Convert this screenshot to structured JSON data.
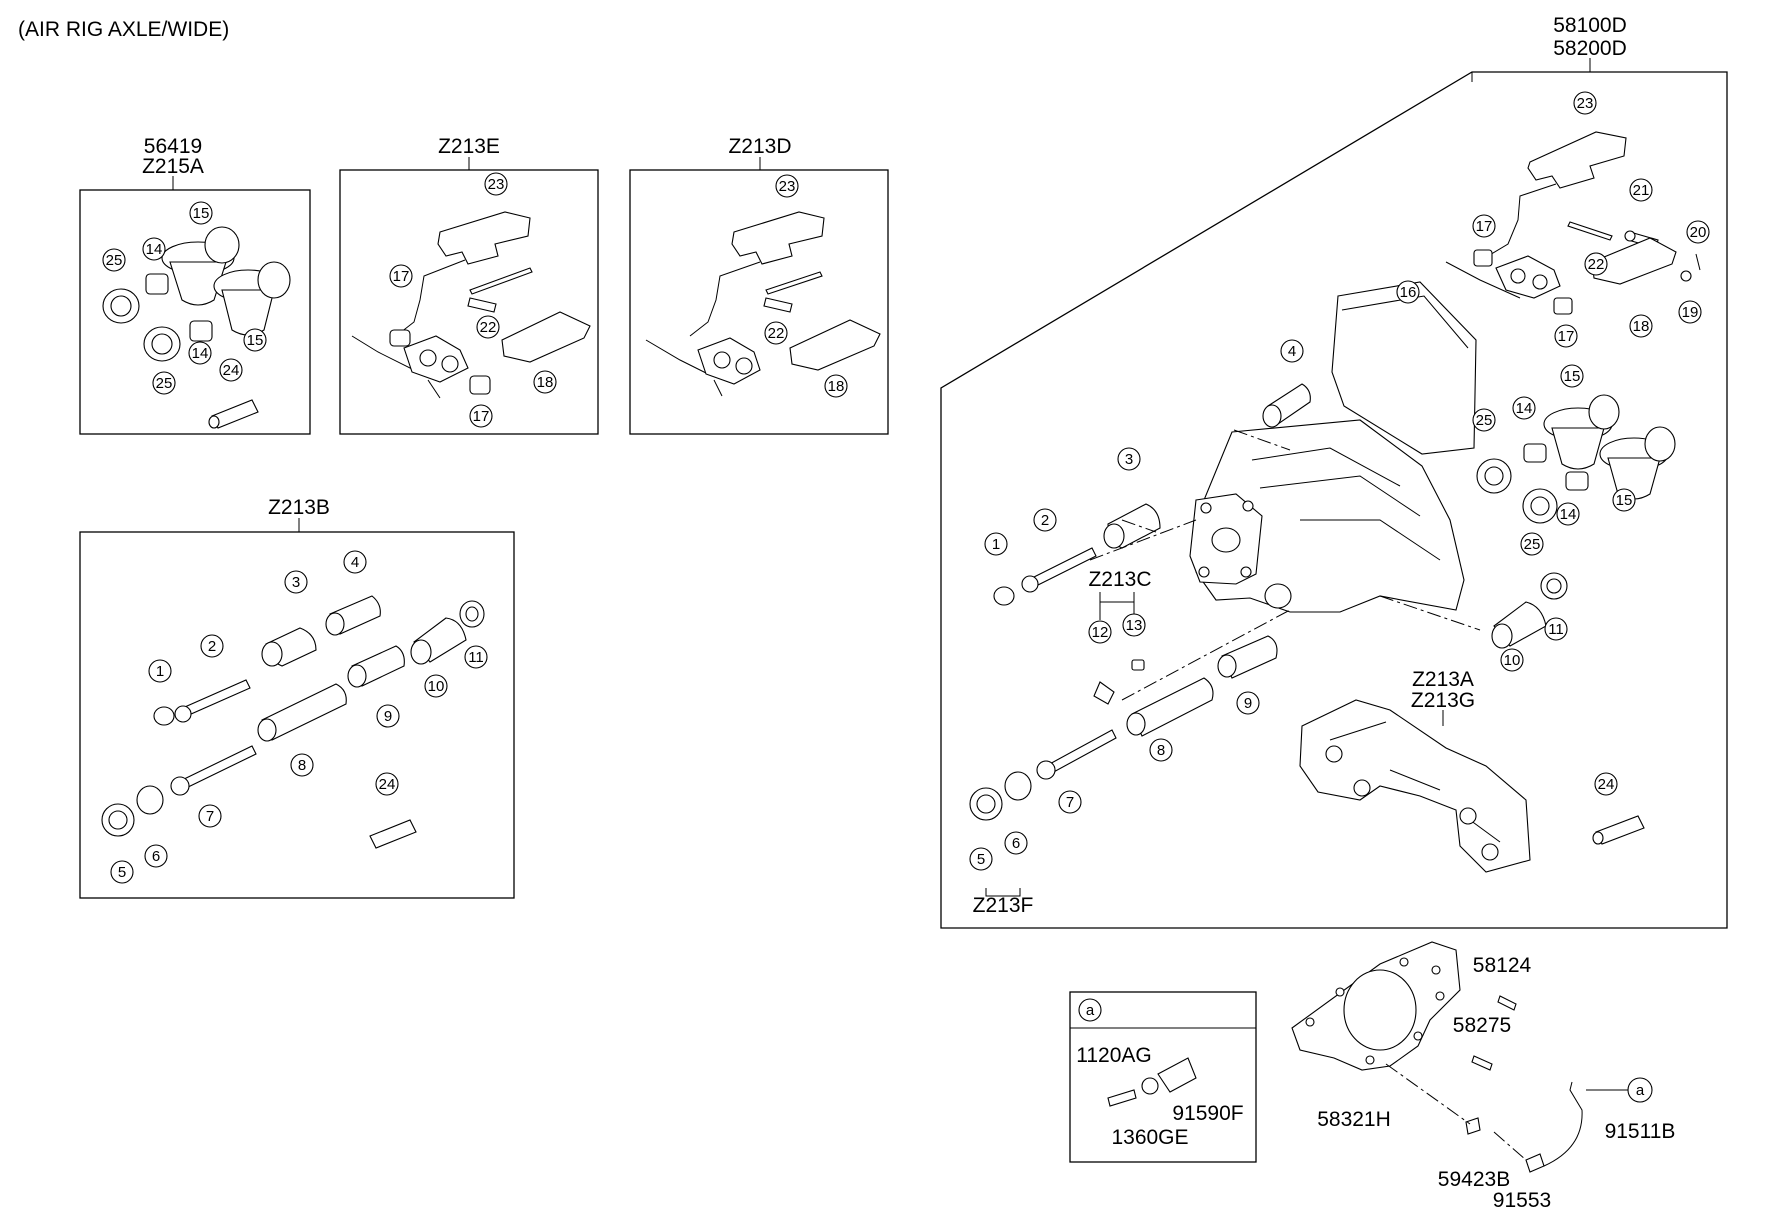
{
  "header": {
    "title": "(AIR RIG AXLE/WIDE)"
  },
  "groups": {
    "g_56419": {
      "code1": "56419",
      "code2": "Z215A"
    },
    "g_z213e": {
      "code": "Z213E"
    },
    "g_z213d": {
      "code": "Z213D"
    },
    "g_z213b": {
      "code": "Z213B"
    },
    "g_main": {
      "code1": "58100D",
      "code2": "58200D"
    }
  },
  "labels": {
    "z213c": "Z213C",
    "z213a": "Z213A",
    "z213g": "Z213G",
    "z213f": "Z213F",
    "p58124": "58124",
    "p58275": "58275",
    "p58321h": "58321H",
    "p59423b": "59423B",
    "p91553": "91553",
    "p91511b": "91511B",
    "a_ref": "a"
  },
  "inset": {
    "ref": "a",
    "p1120ag": "1120AG",
    "p1360ge": "1360GE",
    "p91590f": "91590F"
  },
  "callouts": {
    "c1": "1",
    "c2": "2",
    "c3": "3",
    "c4": "4",
    "c5": "5",
    "c6": "6",
    "c7": "7",
    "c8": "8",
    "c9": "9",
    "c10": "10",
    "c11": "11",
    "c12": "12",
    "c13": "13",
    "c14": "14",
    "c15": "15",
    "c16": "16",
    "c17": "17",
    "c18": "18",
    "c19": "19",
    "c20": "20",
    "c21": "21",
    "c22": "22",
    "c23": "23",
    "c24": "24",
    "c25": "25"
  }
}
